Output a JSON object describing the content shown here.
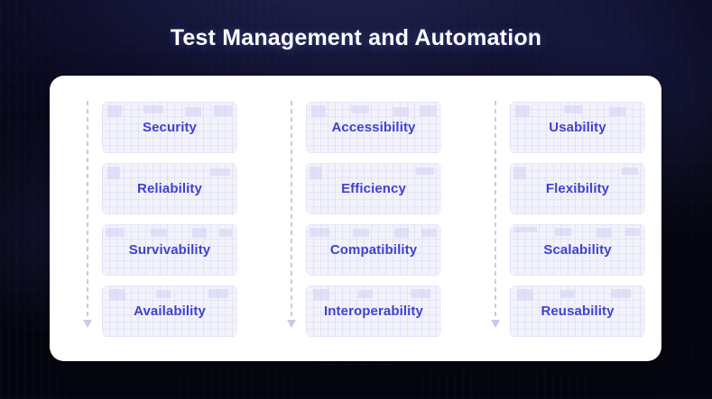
{
  "slide": {
    "title": "Test Management and Automation",
    "background_color": "#05050f",
    "accent_color": "#4141cf",
    "card_background": "#ffffff",
    "box_background": "#f2f2fb",
    "connector_color": "#c9c9e8",
    "title_color": "#ffffff",
    "footer_watermark": "·· ···· ·· ···· ···· ···· ·· ··"
  },
  "columns": [
    {
      "id": "column-1",
      "items": [
        {
          "label": "Security"
        },
        {
          "label": "Reliability"
        },
        {
          "label": "Survivability"
        },
        {
          "label": "Availability"
        }
      ]
    },
    {
      "id": "column-2",
      "items": [
        {
          "label": "Accessibility"
        },
        {
          "label": "Efficiency"
        },
        {
          "label": "Compatibility"
        },
        {
          "label": "Interoperability"
        }
      ]
    },
    {
      "id": "column-3",
      "items": [
        {
          "label": "Usability"
        },
        {
          "label": "Flexibility"
        },
        {
          "label": "Scalability"
        },
        {
          "label": "Reusability"
        }
      ]
    }
  ]
}
